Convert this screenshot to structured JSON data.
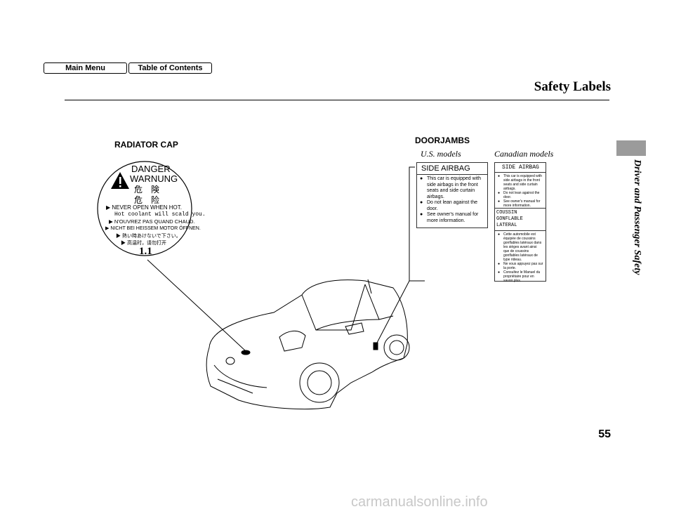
{
  "nav": {
    "main_menu": "Main Menu",
    "toc": "Table of Contents"
  },
  "page": {
    "title": "Safety Labels",
    "section": "Driver and Passenger Safety",
    "number": "55"
  },
  "radiator": {
    "heading": "RADIATOR CAP",
    "danger": "DANGER",
    "warnung": "WARNUNG",
    "jp1": "危　険",
    "jp2": "危　险",
    "lines": [
      "NEVER OPEN WHEN HOT.",
      "Hot coolant will scald you.",
      "N'OUVREZ PAS QUAND CHAUD.",
      "NICHT BEI HEISSEM MOTOR ÖFFNEN.",
      "熱い時あけないで下さい。",
      "高温时，请勿打开"
    ],
    "pressure": "1.1"
  },
  "doorjambs": {
    "heading": "DOORJAMBS",
    "us_caption": "U.S. models",
    "ca_caption": "Canadian models",
    "us_label": {
      "title": "SIDE AIRBAG",
      "items": [
        "This car is equipped with side airbags in the front seats and side curtain airbags.",
        "Do not lean against the door.",
        "See owner's manual for more information."
      ]
    },
    "ca_label": {
      "title": "SIDE AIRBAG",
      "items_en": [
        "This car is equipped with side airbags in the front seats and side curtain airbags.",
        "Do not lean against the door.",
        "See owner's manual for more information."
      ],
      "title_fr": "COUSSIN GONFLABLE LATERAL",
      "items_fr": [
        "Cette automobile est équipée de coussins gonflables latéraux dans les sièges avant ainsi que de coussins gonflables latéraux de type rideau.",
        "Ne vous appuyez pas sur la porte.",
        "Consultez le Manuel du propriétaire pour en savoir plus."
      ]
    }
  },
  "watermark": "carmanualsonline.info",
  "icons": {
    "warning": "warning-triangle-icon",
    "arrow": "arrow-right-icon"
  }
}
